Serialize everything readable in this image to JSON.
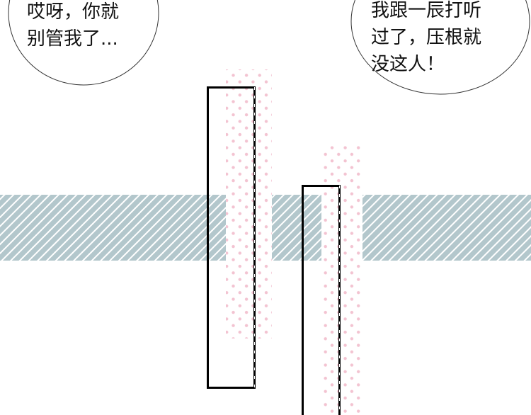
{
  "panel": {
    "left_bubble": {
      "lines": [
        "哎呀，你就",
        "别管我了..."
      ]
    },
    "right_bubble": {
      "lines": [
        "我跟一辰打听",
        "过了，压根就",
        "没这人！"
      ]
    }
  },
  "colors": {
    "stripe_band": "#b3c7cc",
    "dots": "#f3c3d1",
    "outline": "#000000"
  }
}
